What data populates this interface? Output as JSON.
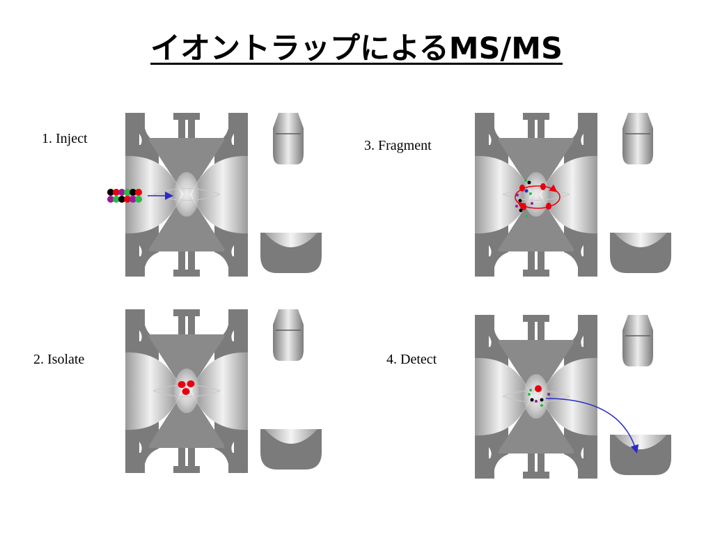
{
  "title": "イオントラップによるMS/MS",
  "steps": [
    {
      "label": "1. Inject"
    },
    {
      "label": "2. Isolate"
    },
    {
      "label": "3. Fragment"
    },
    {
      "label": "4. Detect"
    }
  ],
  "colors": {
    "metal": "#7b7b7b",
    "precursor_ion": "#e8000f",
    "arrow_blue": "#2a2ac8",
    "fragment_green": "#2ab84a",
    "fragment_purple": "#9a1a9a",
    "fragment_black": "#000000"
  },
  "icons": [
    "trap-ring-electrode",
    "end-cap-electrode",
    "ion-injection-arrow",
    "ion-cluster",
    "fragmentation-orbit",
    "detector-cup",
    "ion-trajectory-arrow"
  ]
}
